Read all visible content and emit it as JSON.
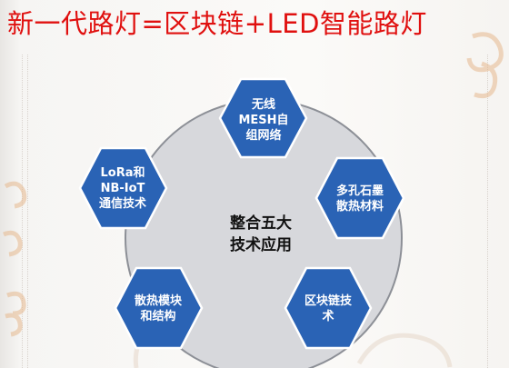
{
  "title": "新一代路灯=区块链+LED智能路灯",
  "center": {
    "lines": [
      "整合五大",
      "技术应用"
    ]
  },
  "nodes": [
    {
      "id": "wireless-mesh",
      "lines": [
        "无线",
        "MESH自",
        "组网络"
      ]
    },
    {
      "id": "graphene",
      "lines": [
        "多孔石墨",
        "散热材料"
      ]
    },
    {
      "id": "blockchain",
      "lines": [
        "区块链技",
        "术"
      ]
    },
    {
      "id": "heat-module",
      "lines": [
        "散热模块",
        "和结构"
      ]
    },
    {
      "id": "lora-nbiot",
      "lines": [
        "LoRa和",
        "NB-IoT",
        "通信技术"
      ]
    }
  ],
  "colors": {
    "title": "#e0100f",
    "hex_fill": "#2a63b5",
    "hex_stroke": "#ffffff",
    "circle_fill": "#d7d8dc",
    "circle_stroke": "#8c8f96",
    "decor": "#e6b98f"
  }
}
